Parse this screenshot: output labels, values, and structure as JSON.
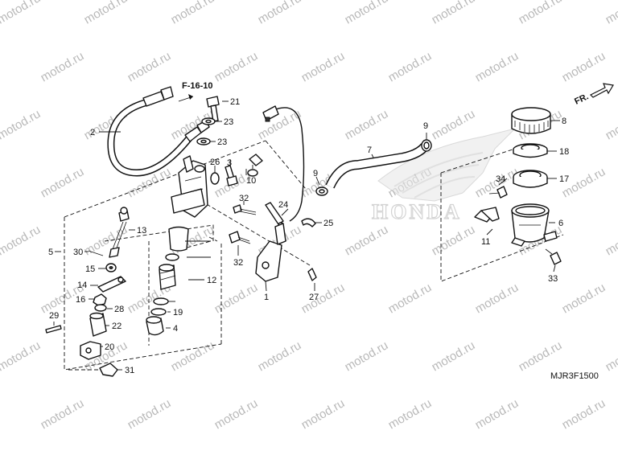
{
  "watermark": "motod.ru",
  "reference": "F-16-10",
  "front_label": "FR.",
  "logo_text": "HONDA",
  "diagram_code": "MJR3F1500",
  "callouts": {
    "p1": "1",
    "p2": "2",
    "p4": "4",
    "p5": "5",
    "p6": "6",
    "p7": "7",
    "p8": "8",
    "p9a": "9",
    "p9b": "9",
    "p10": "10",
    "p11": "11",
    "p12": "12",
    "p13": "13",
    "p14": "14",
    "p15": "15",
    "p16": "16",
    "p17": "17",
    "p18": "18",
    "p19": "19",
    "p20": "20",
    "p21": "21",
    "p22": "22",
    "p23a": "23",
    "p23b": "23",
    "p24": "24",
    "p25": "25",
    "p26": "26",
    "p27": "27",
    "p28": "28",
    "p29": "29",
    "p30": "30",
    "p31": "31",
    "p32a": "32",
    "p32b": "32",
    "p33": "33",
    "p34": "34",
    "p3": "3"
  }
}
